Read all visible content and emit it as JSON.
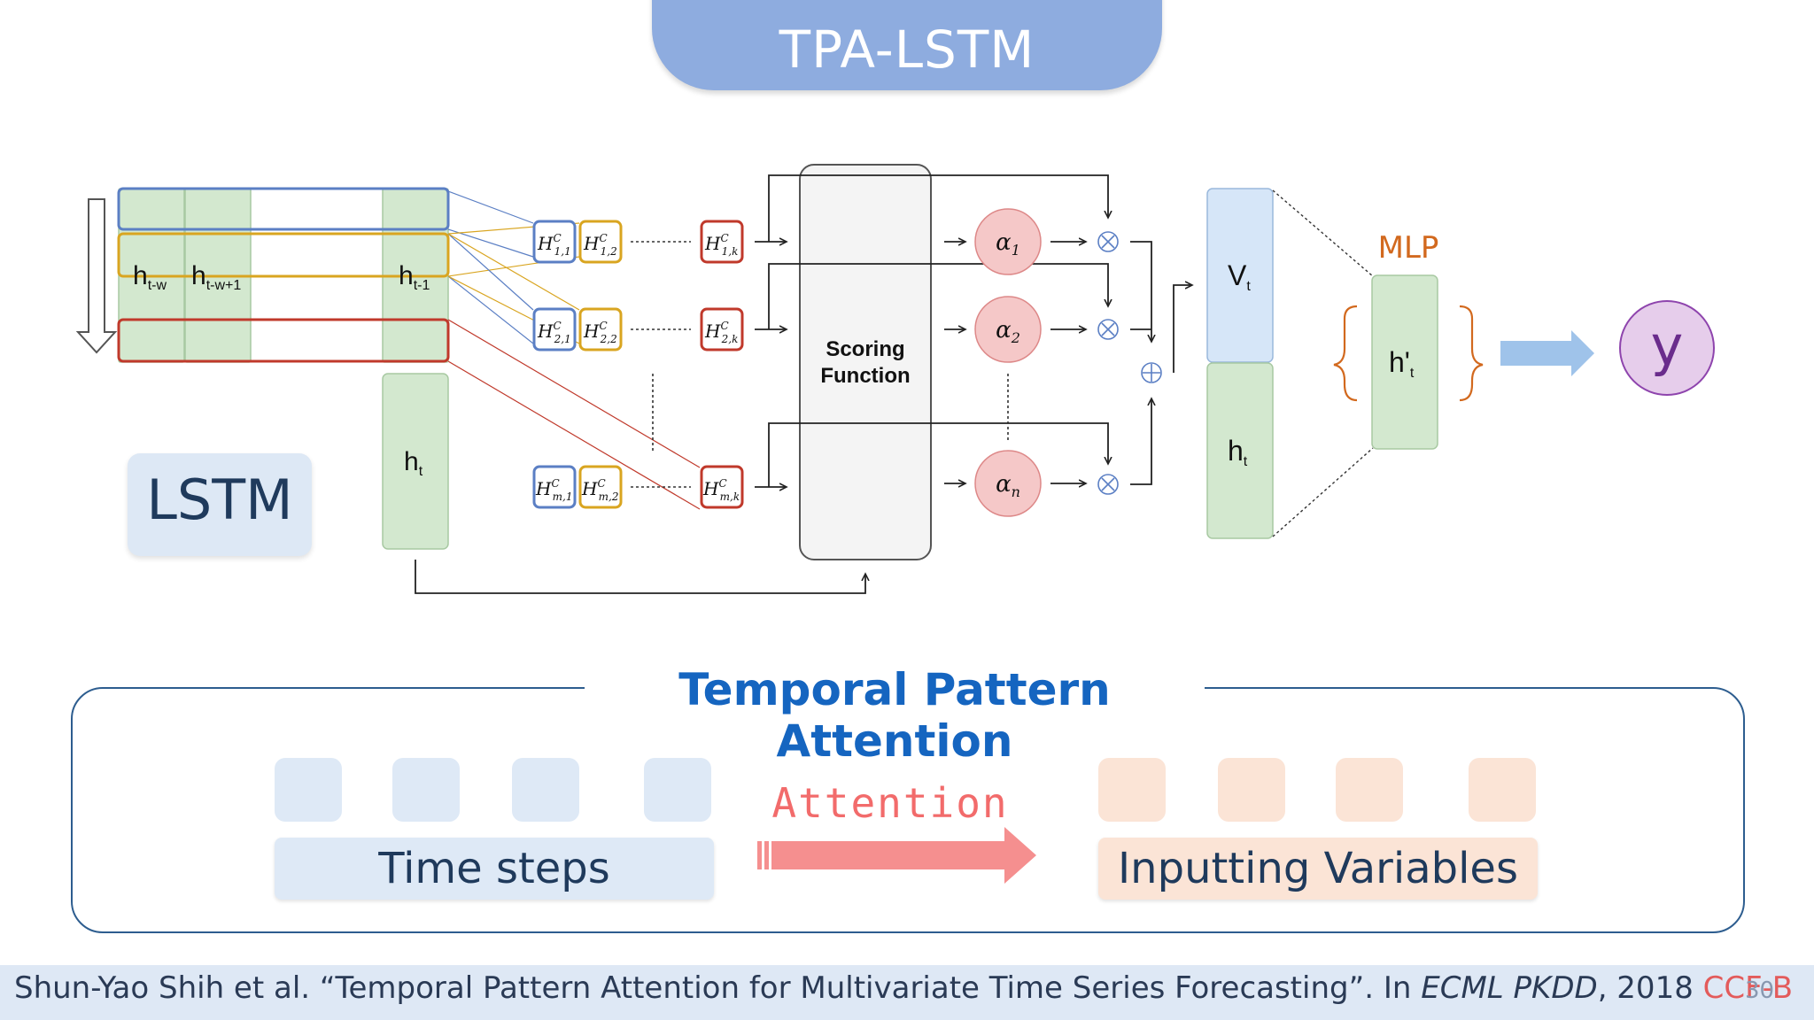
{
  "title": "TPA-LSTM",
  "lstm": {
    "label": "LSTM",
    "hidden_states": [
      "h",
      "h",
      "h"
    ],
    "hidden_subscripts": [
      "t-w",
      "t-w+1",
      "t-1"
    ],
    "current_state": "h",
    "current_subscript": "t"
  },
  "conv_features": {
    "base": "H",
    "superscript": "C",
    "rows": [
      [
        "1,1",
        "1,2",
        "1,k"
      ],
      [
        "2,1",
        "2,2",
        "2,k"
      ],
      [
        "m,1",
        "m,2",
        "m,k"
      ]
    ]
  },
  "scoring": {
    "line1": "Scoring",
    "line2": "Function"
  },
  "alphas": [
    {
      "sym": "α",
      "sub": "1"
    },
    {
      "sym": "α",
      "sub": "2"
    },
    {
      "sym": "α",
      "sub": "n"
    }
  ],
  "context_vector": {
    "base": "V",
    "sub": "t"
  },
  "hidden_vector": {
    "base": "h",
    "sub": "t"
  },
  "mlp": {
    "label": "MLP",
    "base": "h'",
    "sub": "t"
  },
  "output": "y",
  "tpa": {
    "title": "Temporal Pattern Attention",
    "left_label": "Time steps",
    "right_label": "Inputting Variables",
    "arrow_label": "Attention"
  },
  "footer": {
    "citation_main": "Shun-Yao Shih et al. “Temporal Pattern Attention for Multivariate Time Series Forecasting”. In ",
    "venue": "ECML PKDD",
    "year": ", 2018 ",
    "rank": "CCF-B",
    "page": "30"
  },
  "colors": {
    "blue_line": "#5b7fc4",
    "yellow_line": "#d9a520",
    "red_line": "#c0392b",
    "green_fill": "#d3e8cf",
    "blue_fill": "#d6e6f8",
    "alpha_fill": "#f5c8c8",
    "output_fill": "#e6cdeb",
    "mlp_orange": "#d2691e"
  }
}
